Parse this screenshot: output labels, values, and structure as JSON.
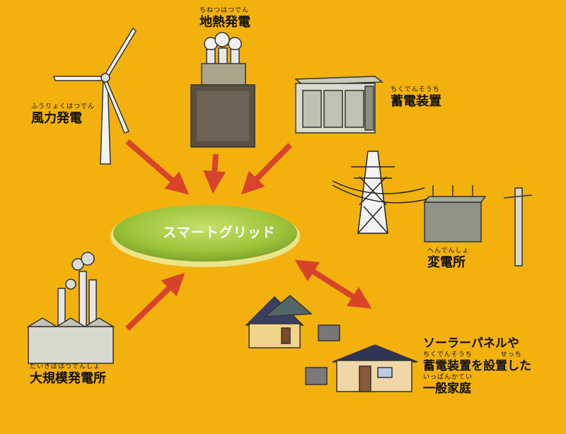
{
  "colors": {
    "background": "#f3b10e",
    "arrow": "#d8442a",
    "center_fill": "#9bc43a",
    "center_text": "#ffffff"
  },
  "center": {
    "label": "スマートグリッド"
  },
  "nodes": {
    "geothermal": {
      "ruby": "ちねつはつでん",
      "label": "地熱発電"
    },
    "wind": {
      "ruby": "ふうりょくはつでん",
      "label": "風力発電"
    },
    "storage": {
      "ruby": "ちくでんそうち",
      "label": "蓄電装置"
    },
    "substation": {
      "ruby": "へんでんしょ",
      "label": "変電所"
    },
    "power_plant": {
      "ruby": "だいきぼはつでんしょ",
      "label": "大規模発電所"
    },
    "home": {
      "line1": "ソーラーパネルや",
      "ruby2": "ちくでんそうち　　　　せっち",
      "line2": "蓄電装置を設置した",
      "ruby3": "いっぱんかてい",
      "line3": "一般家庭"
    }
  },
  "icons": [
    "wind-turbine-icon",
    "geothermal-plant-icon",
    "storage-device-icon",
    "transmission-tower-icon",
    "transformer-icon",
    "utility-pole-icon",
    "factory-icon",
    "house-icon",
    "solar-house-icon"
  ]
}
